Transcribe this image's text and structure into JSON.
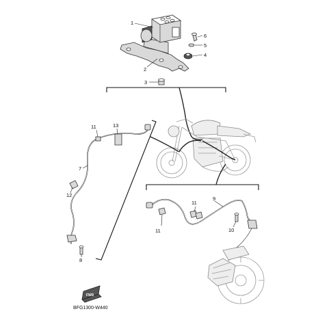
{
  "diagram": {
    "labels": {
      "p1": "1",
      "p2": "2",
      "p3": "3",
      "p4": "4",
      "p5": "5",
      "p6": "6",
      "p7": "7",
      "p8": "8",
      "p9": "9",
      "p10": "10",
      "p11a": "11",
      "p11b": "11",
      "p11c": "11",
      "p12": "12",
      "p13": "13"
    },
    "drawing_code": "BFG1300-W440",
    "front_mark": "FWD"
  }
}
